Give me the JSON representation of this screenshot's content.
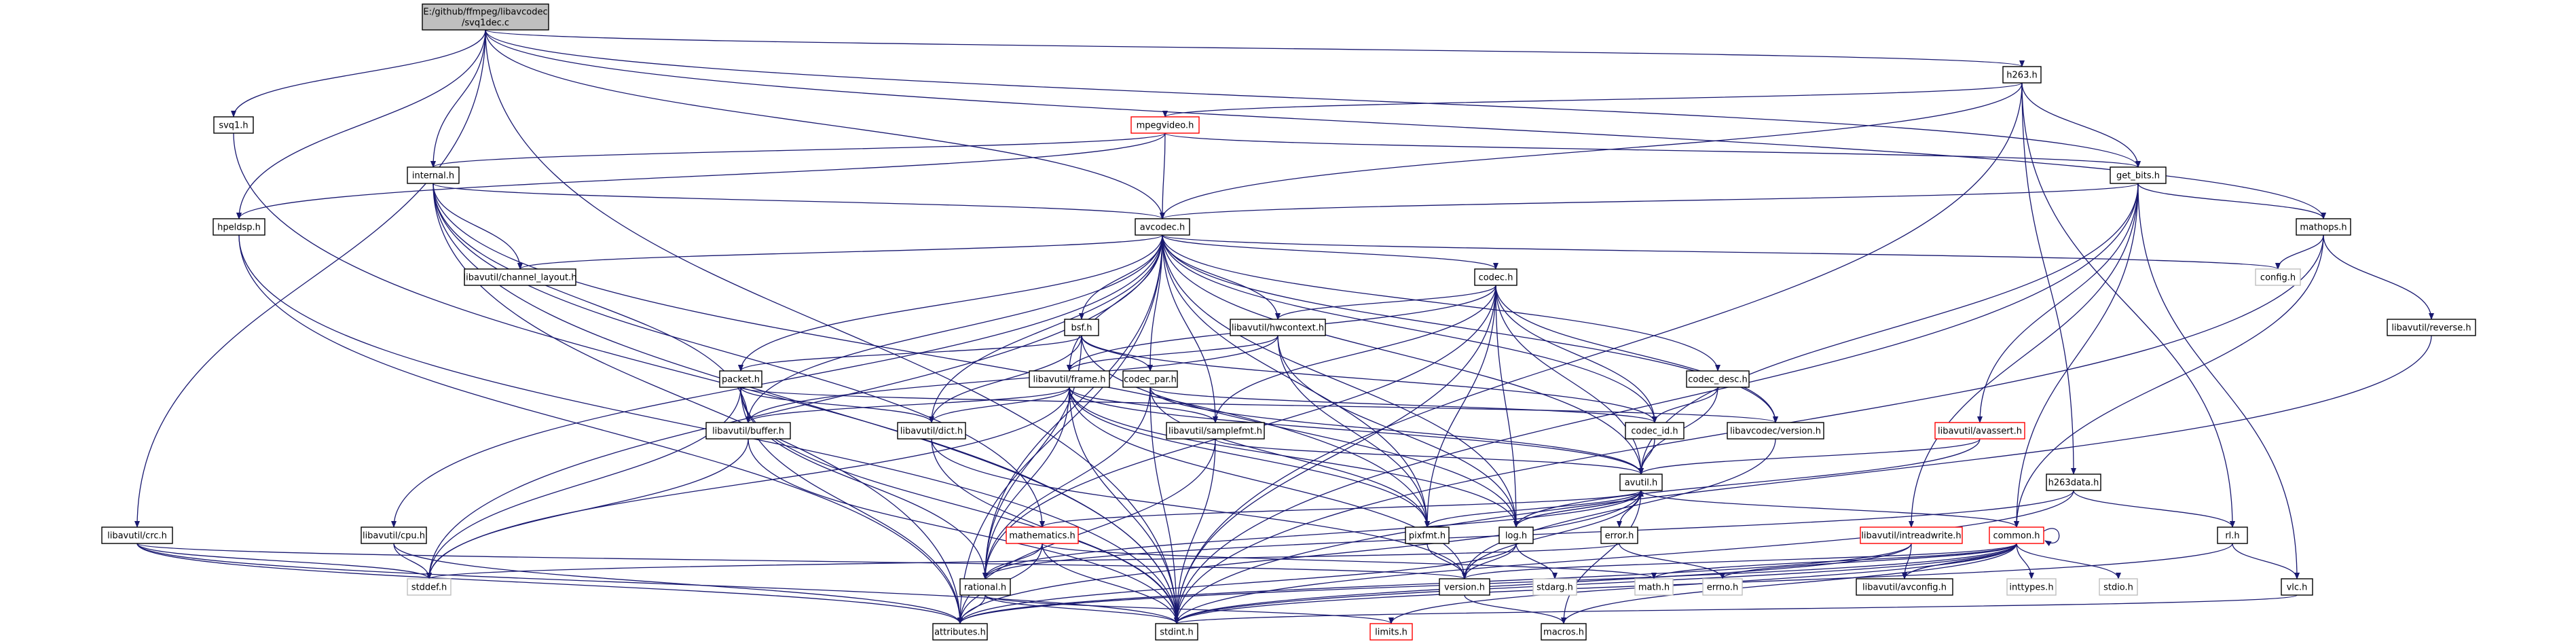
{
  "title": "E:/github/ffmpeg/libavcodec/svq1dec.c",
  "root": {
    "line1": "E:/github/ffmpeg/libavcodec",
    "line2": "/svq1dec.c"
  },
  "colors": {
    "edge": "#191970",
    "root_fill": "#bfbfbf",
    "red_border": "#ff0000",
    "grey_border": "#bfbfbf"
  },
  "nodes": {
    "svq1_h": "svq1.h",
    "h263_h": "h263.h",
    "mpegvideo_h": "mpegvideo.h",
    "internal_h": "internal.h",
    "hpeldsp_h": "hpeldsp.h",
    "get_bits_h": "get_bits.h",
    "avcodec_h": "avcodec.h",
    "mathops_h": "mathops.h",
    "channel_layout_h": "libavutil/channel_layout.h",
    "config_h": "config.h",
    "codec_h": "codec.h",
    "bsf_h": "bsf.h",
    "hwcontext_h": "libavutil/hwcontext.h",
    "reverse_h": "libavutil/reverse.h",
    "packet_h": "packet.h",
    "frame_h": "libavutil/frame.h",
    "codec_par_h": "codec_par.h",
    "codec_desc_h": "codec_desc.h",
    "buffer_h": "libavutil/buffer.h",
    "dict_h": "libavutil/dict.h",
    "samplefmt_h": "libavutil/samplefmt.h",
    "codec_id_h": "codec_id.h",
    "lavc_version_h": "libavcodec/version.h",
    "avassert_h": "libavutil/avassert.h",
    "avutil_h": "avutil.h",
    "h263data_h": "h263data.h",
    "crc_h": "libavutil/crc.h",
    "cpu_h": "libavutil/cpu.h",
    "mathematics_h": "mathematics.h",
    "pixfmt_h": "pixfmt.h",
    "log_h": "log.h",
    "error_h": "error.h",
    "intreadwrite_h": "libavutil/intreadwrite.h",
    "common_h": "common.h",
    "rl_h": "rl.h",
    "stddef_h": "stddef.h",
    "rational_h": "rational.h",
    "version_h": "version.h",
    "stdarg_h": "stdarg.h",
    "math_h": "math.h",
    "errno_h": "errno.h",
    "avconfig_h": "libavutil/avconfig.h",
    "inttypes_h": "inttypes.h",
    "stdio_h": "stdio.h",
    "vlc_h": "vlc.h",
    "attributes_h": "attributes.h",
    "stdint_h": "stdint.h",
    "limits_h": "limits.h",
    "macros_h": "macros.h"
  }
}
